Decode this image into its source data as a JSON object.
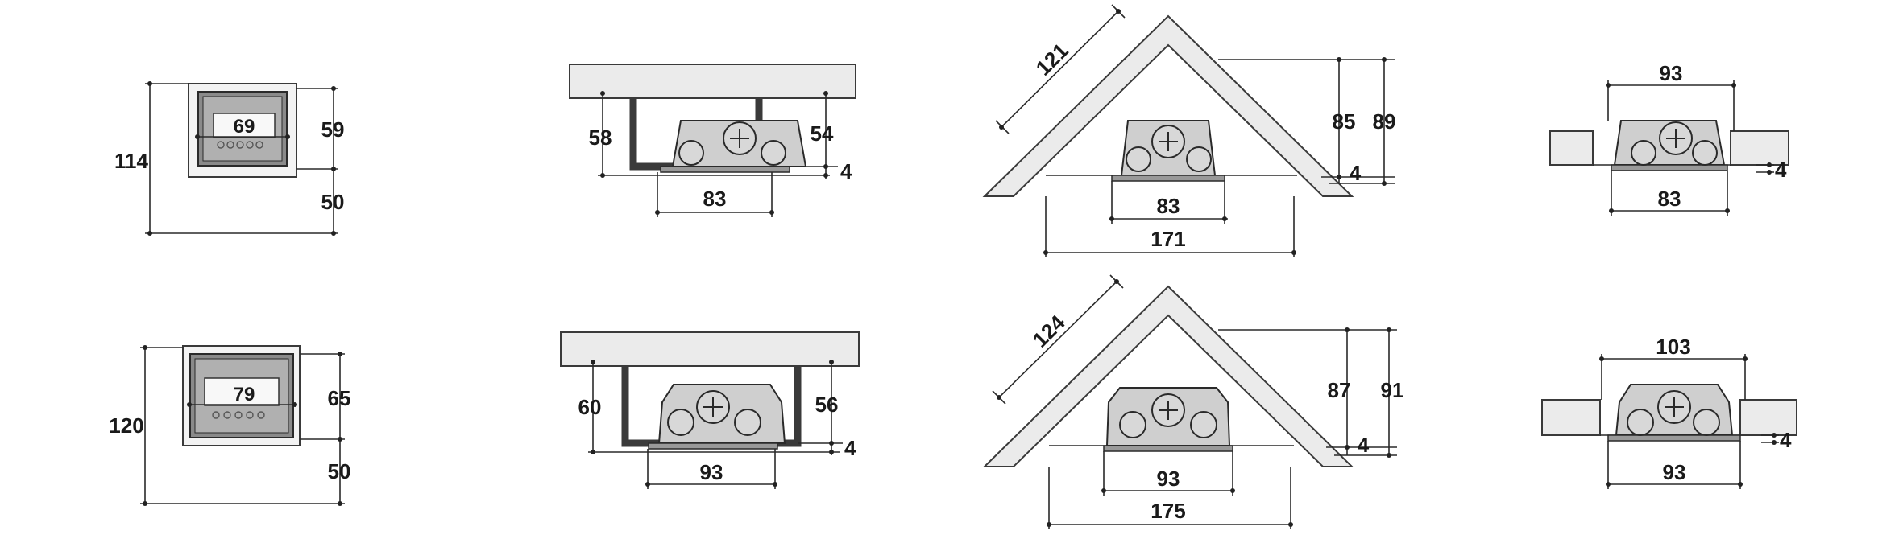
{
  "diagrams": {
    "front_a": {
      "inner_width": "69",
      "total_height": "114",
      "upper_height": "59",
      "lower_height": "50"
    },
    "front_b": {
      "inner_width": "79",
      "total_height": "120",
      "upper_height": "65",
      "lower_height": "50"
    },
    "wall_a": {
      "left_height": "58",
      "right_height": "54",
      "offset": "4",
      "width": "83"
    },
    "wall_b": {
      "left_height": "60",
      "right_height": "56",
      "offset": "4",
      "width": "93"
    },
    "corner_a": {
      "diagonal": "121",
      "height_inner": "85",
      "height_outer": "89",
      "offset": "4",
      "inner_width": "83",
      "outer_width": "171"
    },
    "corner_b": {
      "diagonal": "124",
      "height_inner": "87",
      "height_outer": "91",
      "offset": "4",
      "inner_width": "93",
      "outer_width": "175"
    },
    "flush_a": {
      "top_width": "93",
      "offset": "4",
      "bottom_width": "83"
    },
    "flush_b": {
      "top_width": "103",
      "offset": "4",
      "bottom_width": "93"
    }
  }
}
